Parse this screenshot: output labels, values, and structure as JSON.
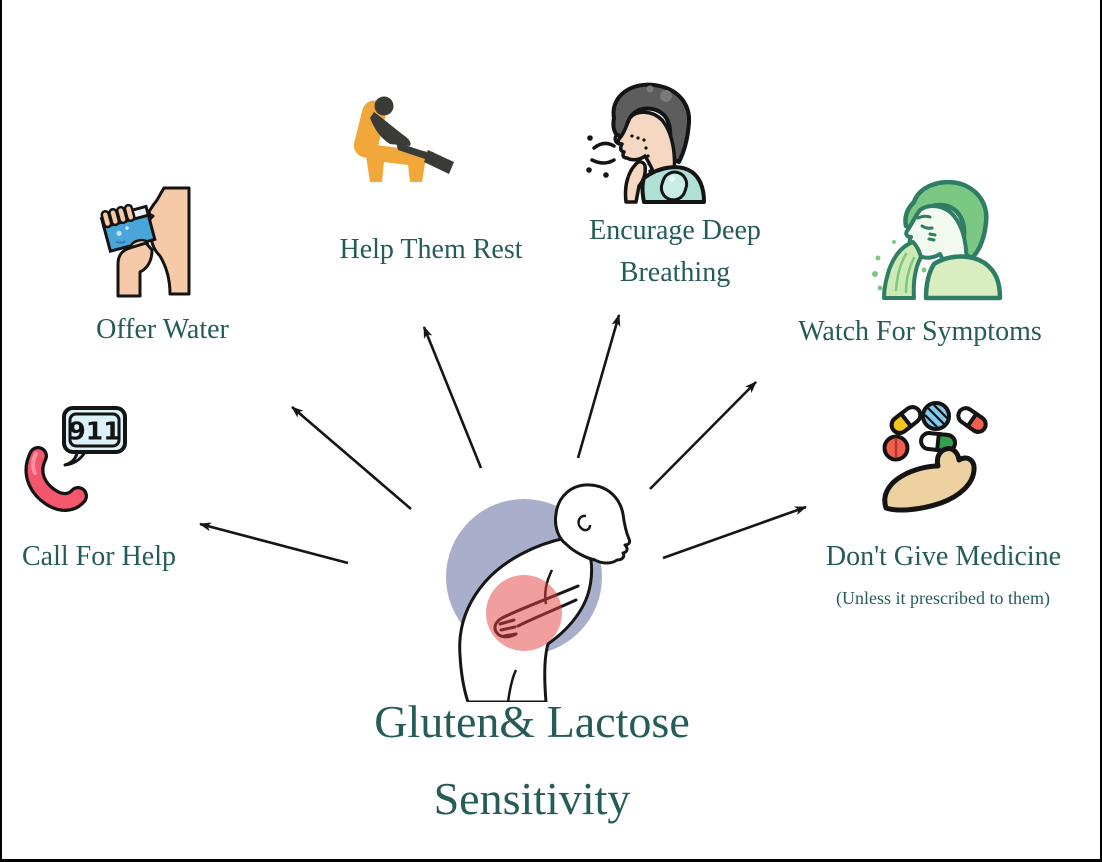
{
  "title": {
    "line1": "Gluten& Lactose",
    "line2": "Sensitivity"
  },
  "items": [
    {
      "id": "offer-water",
      "label": "Offer Water",
      "icon": "drinking-water-icon"
    },
    {
      "id": "help-them-rest",
      "label": "Help Them Rest",
      "icon": "resting-chair-icon"
    },
    {
      "id": "encourage-breathing",
      "label_line1": "Encurage Deep",
      "label_line2": "Breathing",
      "icon": "deep-breathing-icon"
    },
    {
      "id": "watch-for-symptoms",
      "label": "Watch For Symptoms",
      "icon": "vomiting-person-icon"
    },
    {
      "id": "dont-give-medicine",
      "label": "Don't Give Medicine",
      "sublabel": "(Unless it prescribed to them)",
      "icon": "hand-with-pills-icon"
    },
    {
      "id": "call-for-help",
      "label": "Call For Help",
      "icon": "emergency-phone-icon",
      "badge": "911"
    }
  ],
  "center": {
    "icon": "stomach-pain-person-icon"
  },
  "colors": {
    "text_teal": "#265c58",
    "arrow_black": "#161616",
    "halo_lavender": "#a9aecb",
    "pain_red": "#e23e3e",
    "chair_orange": "#f1a73a",
    "phone_red": "#f4566b",
    "water_blue": "#4aa6d9",
    "sickness_green_outline": "#2e7d64"
  }
}
